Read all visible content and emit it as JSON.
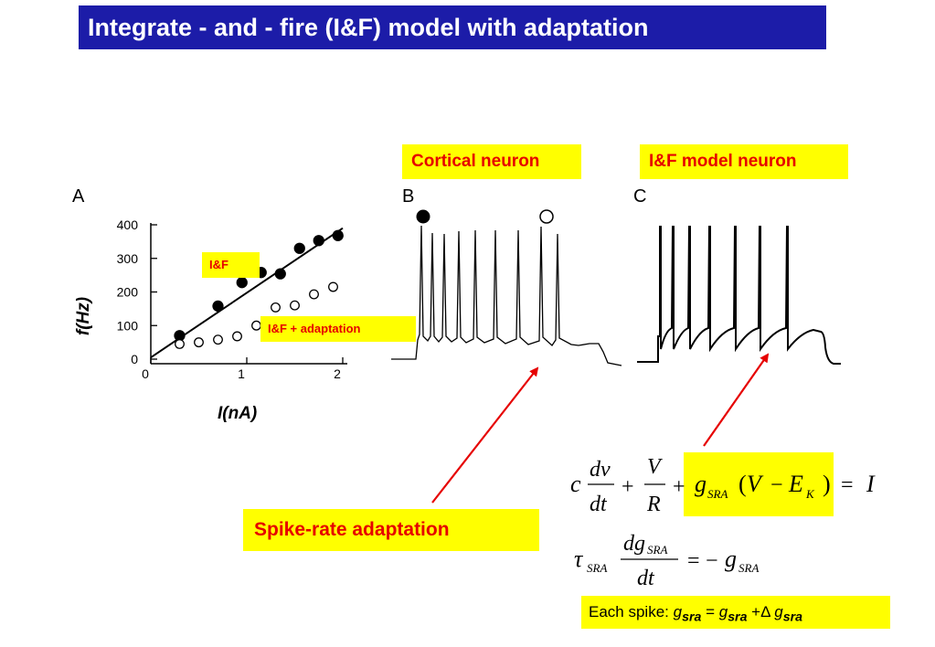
{
  "slide": {
    "title": "Integrate - and - fire (I&F) model with adaptation",
    "labels": {
      "cortical": "Cortical neuron",
      "model": "I&F model neuron",
      "if_legend": "I&F",
      "if_adapt_legend": "I&F + adaptation",
      "spike_rate": "Spike-rate adaptation"
    },
    "panels": {
      "a": "A",
      "b": "B",
      "c": "C"
    },
    "axes": {
      "y_title": "f(Hz)",
      "x_title": "I(nA)"
    },
    "equations": {
      "eq1": {
        "c": "c",
        "dv": "dv",
        "dt": "dt",
        "plus": "+",
        "V": "V",
        "R": "R",
        "g": "g",
        "sra": "SRA",
        "open": "(",
        "Vm": "V",
        "minus": "−",
        "E": "E",
        "K": "K",
        "close": ")",
        "equals": "=",
        "I": "I"
      },
      "eq2": {
        "tau": "τ",
        "sra": "SRA",
        "dg": "dg",
        "dt": "dt",
        "equals": "=",
        "minus": "−",
        "g": "g"
      }
    },
    "each_spike": {
      "prefix": "Each spike: ",
      "g": "g",
      "sra": "sra",
      "eq": " = ",
      "plus": " +",
      "delta": "Δ",
      "space": " "
    },
    "colors": {
      "title_bg": "#1c1ca8",
      "highlight": "#ffff00",
      "red": "#e60000"
    }
  },
  "chart_data": {
    "type": "scatter",
    "xlabel": "I(nA)",
    "ylabel": "f(Hz)",
    "xlim": [
      0,
      2
    ],
    "ylim": [
      0,
      400
    ],
    "x_ticks": [
      "0",
      "1",
      "2"
    ],
    "y_ticks": [
      "0",
      "100",
      "200",
      "300",
      "400"
    ],
    "series": [
      {
        "name": "I&F",
        "marker": "filled",
        "points": [
          [
            0.3,
            70
          ],
          [
            0.7,
            158
          ],
          [
            0.95,
            228
          ],
          [
            1.15,
            258
          ],
          [
            1.35,
            254
          ],
          [
            1.55,
            330
          ],
          [
            1.75,
            353
          ],
          [
            1.95,
            368
          ]
        ]
      },
      {
        "name": "I&F + adaptation",
        "marker": "open",
        "points": [
          [
            0.3,
            45
          ],
          [
            0.5,
            50
          ],
          [
            0.7,
            58
          ],
          [
            0.9,
            68
          ],
          [
            1.1,
            100
          ],
          [
            1.3,
            154
          ],
          [
            1.5,
            160
          ],
          [
            1.7,
            193
          ],
          [
            1.9,
            215
          ]
        ]
      }
    ],
    "fit_line": [
      [
        0.0,
        5
      ],
      [
        2.0,
        390
      ]
    ]
  }
}
